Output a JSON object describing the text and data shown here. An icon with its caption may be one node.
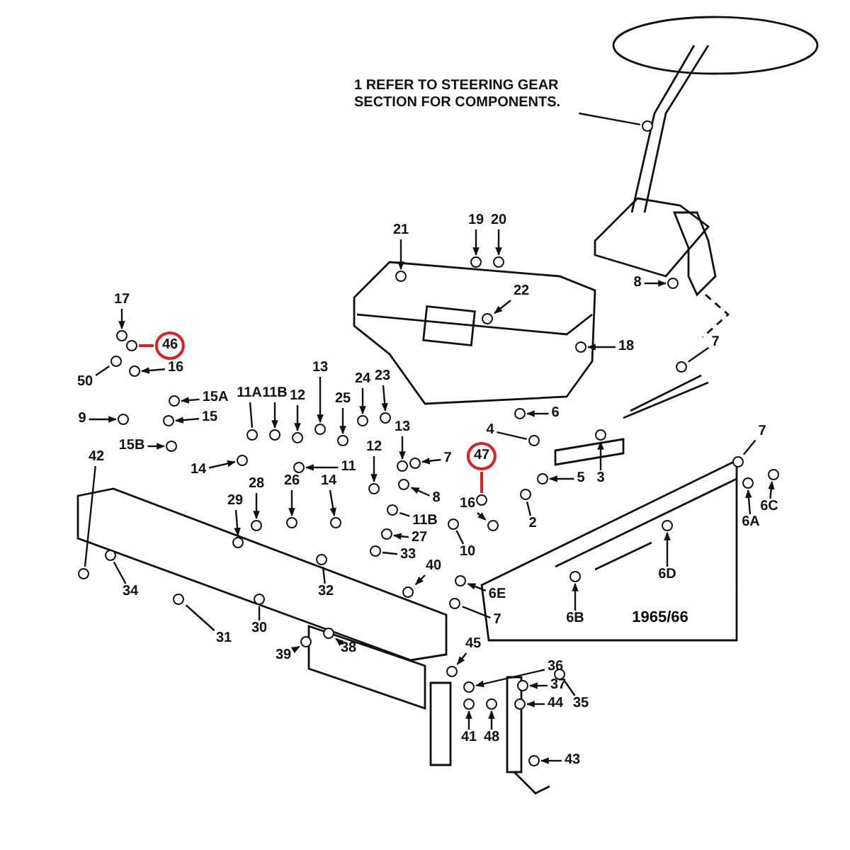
{
  "diagram": {
    "nodes": [
      {
        "text": [
          "1 REFER TO STEERING GEAR SECTION FOR COMPONENTS."
        ]
      },
      {
        "text": [
          "21"
        ]
      },
      {
        "text": [
          "19"
        ]
      },
      {
        "text": [
          "20"
        ]
      },
      {
        "text": [
          "22"
        ]
      },
      {
        "text": [
          "18"
        ]
      },
      {
        "text": [
          "8"
        ]
      },
      {
        "text": [
          "7"
        ]
      },
      {
        "text": [
          "17"
        ]
      },
      {
        "text": [
          "46"
        ]
      },
      {
        "text": [
          "50"
        ]
      },
      {
        "text": [
          "16"
        ]
      },
      {
        "text": [
          "15A"
        ]
      },
      {
        "text": [
          "15"
        ]
      },
      {
        "text": [
          "9"
        ]
      },
      {
        "text": [
          "11A"
        ]
      },
      {
        "text": [
          "11B"
        ]
      },
      {
        "text": [
          "12"
        ]
      },
      {
        "text": [
          "13"
        ]
      },
      {
        "text": [
          "15B"
        ]
      },
      {
        "text": [
          "14"
        ]
      },
      {
        "text": [
          "25"
        ]
      },
      {
        "text": [
          "24"
        ]
      },
      {
        "text": [
          "23"
        ]
      },
      {
        "text": [
          "13"
        ]
      },
      {
        "text": [
          "12"
        ]
      },
      {
        "text": [
          "11"
        ]
      },
      {
        "text": [
          "7"
        ]
      },
      {
        "text": [
          "4"
        ]
      },
      {
        "text": [
          "47"
        ]
      },
      {
        "text": [
          "6"
        ]
      },
      {
        "text": [
          "5"
        ]
      },
      {
        "text": [
          "3"
        ]
      },
      {
        "text": [
          "2"
        ]
      },
      {
        "text": [
          "26"
        ]
      },
      {
        "text": [
          "28"
        ]
      },
      {
        "text": [
          "29"
        ]
      },
      {
        "text": [
          "14"
        ]
      },
      {
        "text": [
          "8"
        ]
      },
      {
        "text": [
          "16"
        ]
      },
      {
        "text": [
          "11B"
        ]
      },
      {
        "text": [
          "27"
        ]
      },
      {
        "text": [
          "33"
        ]
      },
      {
        "text": [
          "10"
        ]
      },
      {
        "text": [
          "42"
        ]
      },
      {
        "text": [
          "34"
        ]
      },
      {
        "text": [
          "32"
        ]
      },
      {
        "text": [
          "30"
        ]
      },
      {
        "text": [
          "31"
        ]
      },
      {
        "text": [
          "40"
        ]
      },
      {
        "text": [
          "6E"
        ]
      },
      {
        "text": [
          "7"
        ]
      },
      {
        "text": [
          "6B"
        ]
      },
      {
        "text": [
          "6D"
        ]
      },
      {
        "text": [
          "7"
        ]
      },
      {
        "text": [
          "6C"
        ]
      },
      {
        "text": [
          "6A"
        ]
      },
      {
        "text": [
          "39"
        ]
      },
      {
        "text": [
          "38"
        ]
      },
      {
        "text": [
          "45"
        ]
      },
      {
        "text": [
          "36"
        ]
      },
      {
        "text": [
          "37"
        ]
      },
      {
        "text": [
          "44"
        ]
      },
      {
        "text": [
          "35"
        ]
      },
      {
        "text": [
          "41"
        ]
      },
      {
        "text": [
          "48"
        ]
      },
      {
        "text": [
          "43"
        ]
      },
      {
        "text": [],
        "shape": "circle"
      },
      {
        "text": [],
        "shape": "circle"
      },
      {
        "text": [],
        "shape": "circle"
      },
      {
        "text": [],
        "shape": "circle"
      },
      {
        "text": [],
        "shape": "circle"
      },
      {
        "text": [],
        "shape": "circle"
      },
      {
        "text": [],
        "shape": "circle"
      },
      {
        "text": [],
        "shape": "circle"
      },
      {
        "text": [],
        "shape": "circle"
      },
      {
        "text": [],
        "shape": "circle"
      },
      {
        "text": [],
        "shape": "circle"
      },
      {
        "text": [],
        "shape": "circle"
      },
      {
        "text": [],
        "shape": "circle"
      },
      {
        "text": [],
        "shape": "circle"
      },
      {
        "text": [],
        "shape": "circle"
      },
      {
        "text": [],
        "shape": "circle"
      },
      {
        "text": [],
        "shape": "circle"
      },
      {
        "text": [],
        "shape": "circle"
      },
      {
        "text": [],
        "shape": "circle"
      },
      {
        "text": [],
        "shape": "circle"
      },
      {
        "text": [],
        "shape": "circle"
      },
      {
        "text": [],
        "shape": "circle"
      },
      {
        "text": [],
        "shape": "circle"
      },
      {
        "text": [],
        "shape": "circle"
      },
      {
        "text": [],
        "shape": "circle"
      },
      {
        "text": [],
        "shape": "circle"
      },
      {
        "text": [],
        "shape": "circle"
      },
      {
        "text": [],
        "shape": "circle"
      },
      {
        "text": [],
        "shape": "circle"
      },
      {
        "text": [],
        "shape": "circle"
      },
      {
        "text": [],
        "shape": "circle"
      },
      {
        "text": [],
        "shape": "circle"
      },
      {
        "text": [],
        "shape": "circle"
      },
      {
        "text": [],
        "shape": "circle"
      },
      {
        "text": [],
        "shape": "circle"
      },
      {
        "text": [],
        "shape": "circle"
      },
      {
        "text": [],
        "shape": "circle"
      },
      {
        "text": [],
        "shape": "circle"
      },
      {
        "text": [],
        "shape": "circle"
      },
      {
        "text": [],
        "shape": "circle"
      },
      {
        "text": [],
        "shape": "circle"
      },
      {
        "text": [],
        "shape": "circle"
      },
      {
        "text": [],
        "shape": "circle"
      },
      {
        "text": [],
        "shape": "circle"
      },
      {
        "text": [],
        "shape": "circle"
      },
      {
        "text": [],
        "shape": "circle"
      },
      {
        "text": [],
        "shape": "circle"
      },
      {
        "text": [],
        "shape": "circle"
      },
      {
        "text": [],
        "shape": "circle"
      },
      {
        "text": [],
        "shape": "circle"
      },
      {
        "text": [],
        "shape": "circle"
      },
      {
        "text": [],
        "shape": "circle"
      },
      {
        "text": [],
        "shape": "circle"
      },
      {
        "text": [],
        "shape": "circle"
      },
      {
        "text": [],
        "shape": "circle"
      },
      {
        "text": [],
        "shape": "circle"
      },
      {
        "text": [],
        "shape": "circle"
      },
      {
        "text": [],
        "shape": "circle"
      },
      {
        "text": [],
        "shape": "circle"
      },
      {
        "text": [],
        "shape": "circle"
      },
      {
        "text": [],
        "shape": "circle"
      },
      {
        "text": [],
        "shape": "circle"
      },
      {
        "text": [],
        "shape": "circle"
      },
      {
        "text": [],
        "shape": "circle"
      },
      {
        "text": [],
        "shape": "circle"
      },
      {
        "text": [],
        "shape": "circle"
      },
      {
        "text": [],
        "shape": "circle"
      }
    ],
    "edges": [
      {
        "from": 0,
        "to": 67,
        "arrow": "none"
      },
      {
        "from": 1,
        "to": 68,
        "arrow": "to"
      },
      {
        "from": 2,
        "to": 69,
        "arrow": "to"
      },
      {
        "from": 3,
        "to": 70,
        "arrow": "to"
      },
      {
        "from": 4,
        "to": 71,
        "arrow": "to"
      },
      {
        "from": 5,
        "to": 72,
        "arrow": "to"
      },
      {
        "from": 6,
        "to": 73,
        "arrow": "to"
      },
      {
        "from": 7,
        "to": 74,
        "arrow": "none"
      },
      {
        "from": 8,
        "to": 75,
        "arrow": "to"
      },
      {
        "from": 9,
        "to": 76,
        "arrow": "none",
        "color": "#e02020"
      },
      {
        "from": 10,
        "to": 77,
        "arrow": "none"
      },
      {
        "from": 11,
        "to": 78,
        "arrow": "to"
      },
      {
        "from": 12,
        "to": 79,
        "arrow": "to"
      },
      {
        "from": 13,
        "to": 80,
        "arrow": "to"
      },
      {
        "from": 14,
        "to": 81,
        "arrow": "to"
      },
      {
        "from": 15,
        "to": 82,
        "arrow": "none"
      },
      {
        "from": 16,
        "to": 83,
        "arrow": "to"
      },
      {
        "from": 17,
        "to": 84,
        "arrow": "to"
      },
      {
        "from": 18,
        "to": 85,
        "arrow": "to"
      },
      {
        "from": 19,
        "to": 86,
        "arrow": "to"
      },
      {
        "from": 20,
        "to": 87,
        "arrow": "to"
      },
      {
        "from": 21,
        "to": 88,
        "arrow": "to"
      },
      {
        "from": 22,
        "to": 89,
        "arrow": "to"
      },
      {
        "from": 23,
        "to": 90,
        "arrow": "to"
      },
      {
        "from": 24,
        "to": 91,
        "arrow": "to"
      },
      {
        "from": 25,
        "to": 92,
        "arrow": "to"
      },
      {
        "from": 26,
        "to": 93,
        "arrow": "to"
      },
      {
        "from": 27,
        "to": 94,
        "arrow": "to"
      },
      {
        "from": 28,
        "to": 95,
        "arrow": "none"
      },
      {
        "from": 29,
        "to": 96,
        "arrow": "none",
        "color": "#e02020"
      },
      {
        "from": 30,
        "to": 97,
        "arrow": "to"
      },
      {
        "from": 31,
        "to": 98,
        "arrow": "to"
      },
      {
        "from": 32,
        "to": 99,
        "arrow": "to"
      },
      {
        "from": 33,
        "to": 100,
        "arrow": "none"
      },
      {
        "from": 34,
        "to": 101,
        "arrow": "to"
      },
      {
        "from": 35,
        "to": 102,
        "arrow": "to"
      },
      {
        "from": 36,
        "to": 103,
        "arrow": "to"
      },
      {
        "from": 37,
        "to": 104,
        "arrow": "to"
      },
      {
        "from": 38,
        "to": 105,
        "arrow": "to"
      },
      {
        "from": 39,
        "to": 106,
        "arrow": "to"
      },
      {
        "from": 40,
        "to": 107,
        "arrow": "none"
      },
      {
        "from": 41,
        "to": 108,
        "arrow": "to"
      },
      {
        "from": 42,
        "to": 109,
        "arrow": "none"
      },
      {
        "from": 43,
        "to": 110,
        "arrow": "none"
      },
      {
        "from": 44,
        "to": 111,
        "arrow": "none"
      },
      {
        "from": 45,
        "to": 112,
        "arrow": "none"
      },
      {
        "from": 46,
        "to": 113,
        "arrow": "none"
      },
      {
        "from": 47,
        "to": 114,
        "arrow": "none"
      },
      {
        "from": 48,
        "to": 115,
        "arrow": "none"
      },
      {
        "from": 49,
        "to": 116,
        "arrow": "to"
      },
      {
        "from": 50,
        "to": 117,
        "arrow": "to"
      },
      {
        "from": 51,
        "to": 118,
        "arrow": "none"
      },
      {
        "from": 52,
        "to": 119,
        "arrow": "to"
      },
      {
        "from": 53,
        "to": 120,
        "arrow": "to"
      },
      {
        "from": 54,
        "to": 121,
        "arrow": "none"
      },
      {
        "from": 55,
        "to": 122,
        "arrow": "to"
      },
      {
        "from": 56,
        "to": 123,
        "arrow": "to"
      },
      {
        "from": 57,
        "to": 124,
        "arrow": "to"
      },
      {
        "from": 58,
        "to": 125,
        "arrow": "to"
      },
      {
        "from": 59,
        "to": 126,
        "arrow": "to"
      },
      {
        "from": 60,
        "to": 127,
        "arrow": "to"
      },
      {
        "from": 61,
        "to": 128,
        "arrow": "to"
      },
      {
        "from": 62,
        "to": 129,
        "arrow": "to"
      },
      {
        "from": 63,
        "to": 130,
        "arrow": "none"
      },
      {
        "from": 64,
        "to": 131,
        "arrow": "to"
      },
      {
        "from": 65,
        "to": 132,
        "arrow": "to"
      },
      {
        "from": 66,
        "to": 133,
        "arrow": "to"
      }
    ],
    "labels": [
      "1965/66"
    ]
  }
}
